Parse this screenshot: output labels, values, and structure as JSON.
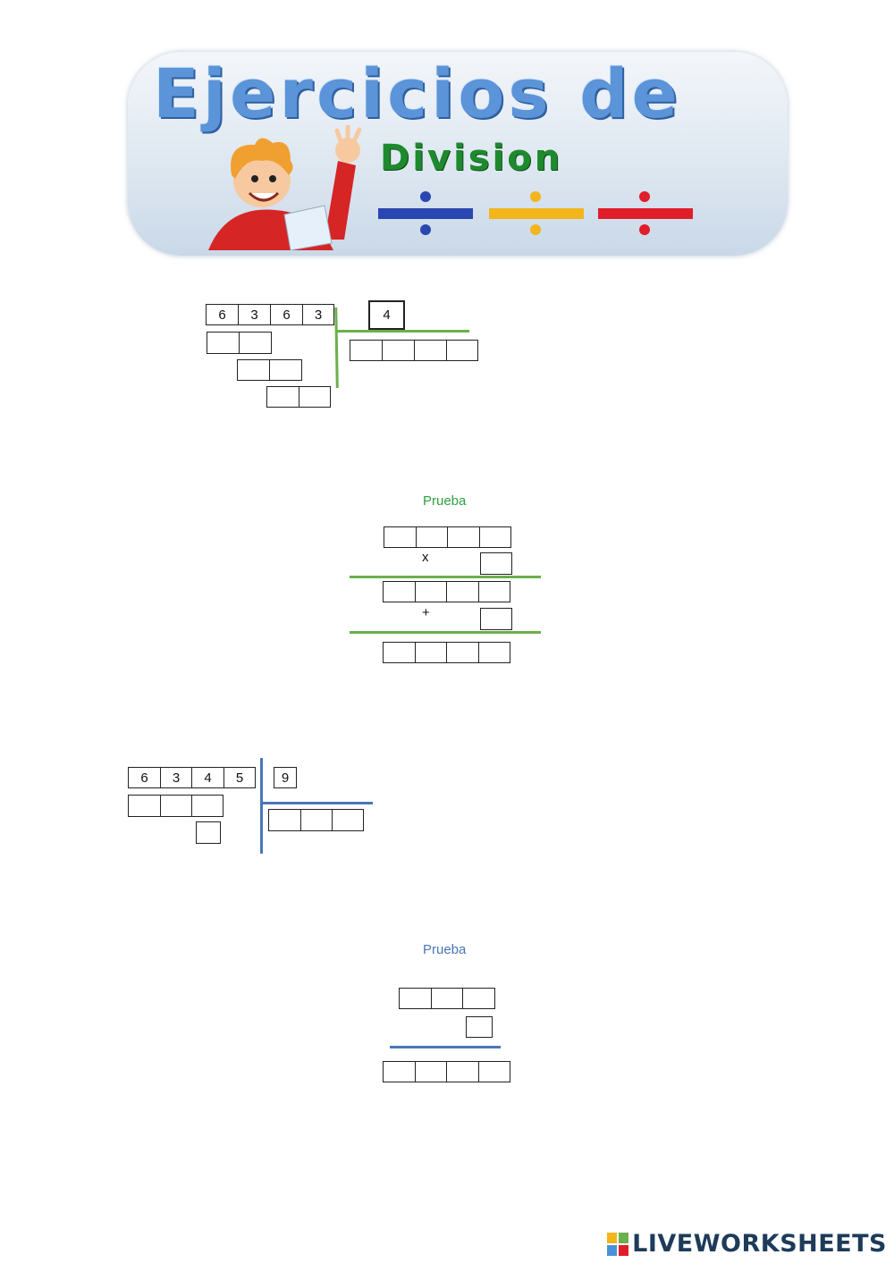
{
  "header": {
    "title": "Ejercicios de",
    "subtitle": "Division"
  },
  "exercise1": {
    "dividend_digits": [
      "6",
      "3",
      "6",
      "3"
    ],
    "divisor": "4"
  },
  "proof1": {
    "label": "Prueba",
    "label_color": "#2ea043",
    "multiply_sign": "x",
    "plus_sign": "+"
  },
  "exercise2": {
    "dividend_digits": [
      "6",
      "3",
      "4",
      "5"
    ],
    "divisor": "9"
  },
  "proof2": {
    "label": "Prueba",
    "label_color": "#4a76b8"
  },
  "footer": {
    "logo_text": "LIVEWORKSHEETS"
  },
  "colors": {
    "green_line": "#6ab04c",
    "blue_line": "#4a76b8",
    "division_blue": "#2a46b0",
    "division_yellow": "#f2b51c",
    "division_red": "#e11d2a"
  }
}
